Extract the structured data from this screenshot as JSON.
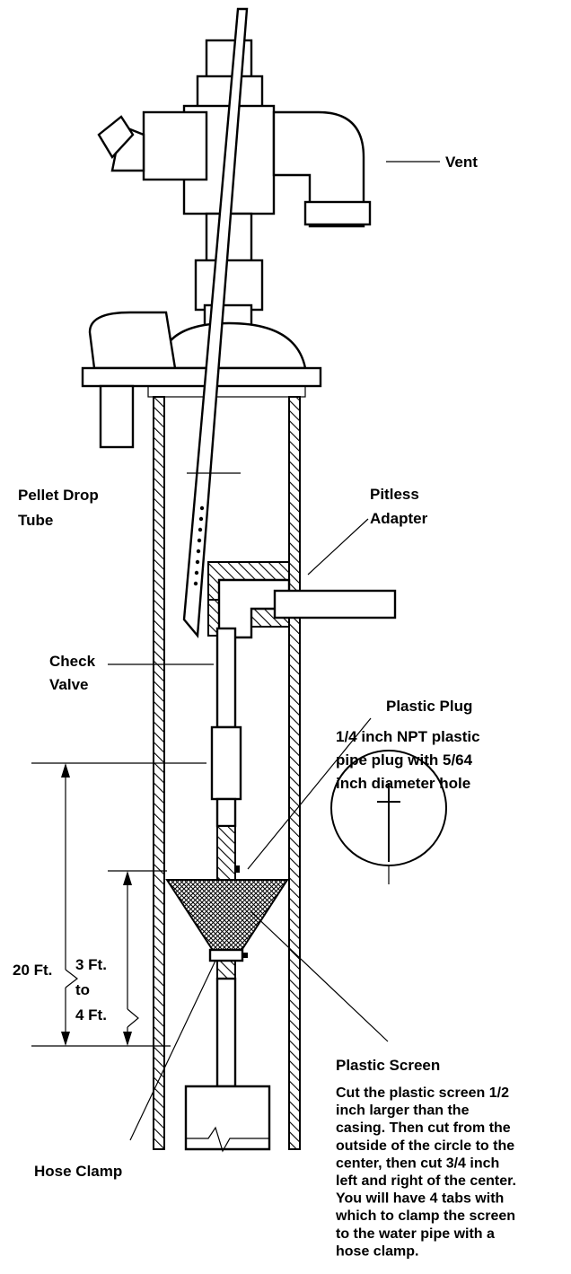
{
  "labels": {
    "vent": "Vent",
    "pellet_drop_tube": [
      "Pellet Drop",
      "Tube"
    ],
    "pitless_adapter": [
      "Pitless",
      "Adapter"
    ],
    "check_valve": [
      "Check",
      "Valve"
    ],
    "plastic_plug": "Plastic Plug",
    "plastic_plug_desc": [
      "1/4 inch NPT plastic",
      "pipe plug with 5/64",
      "inch diameter hole"
    ],
    "dim_20ft": "20 Ft.",
    "dim_3to4ft": [
      "3 Ft.",
      "to",
      "4 Ft."
    ],
    "plastic_screen": "Plastic Screen",
    "plastic_screen_desc": [
      "Cut the plastic screen 1/2",
      "inch larger than the",
      "casing. Then cut from the",
      "outside of the circle to the",
      "center, then cut 3/4 inch",
      "left and right of the center.",
      "You will have 4 tabs with",
      "which to clamp the screen",
      "to the water pipe with a",
      "hose clamp."
    ],
    "hose_clamp": "Hose Clamp"
  }
}
